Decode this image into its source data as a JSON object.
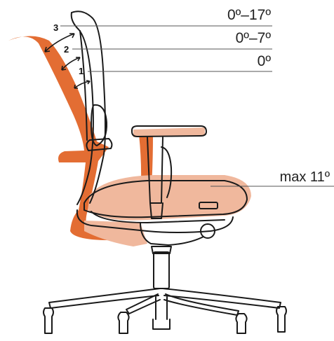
{
  "positions": [
    {
      "number": "3",
      "angle": "0º–17º"
    },
    {
      "number": "2",
      "angle": "0º–7º"
    },
    {
      "number": "1",
      "angle": "0º"
    }
  ],
  "seat_tilt": "max 11º",
  "colors": {
    "backrest_tilted": "#e36d33",
    "seat_tilted": "#f0b89d",
    "outline": "#1a1a1a",
    "leader_line": "#555555"
  }
}
